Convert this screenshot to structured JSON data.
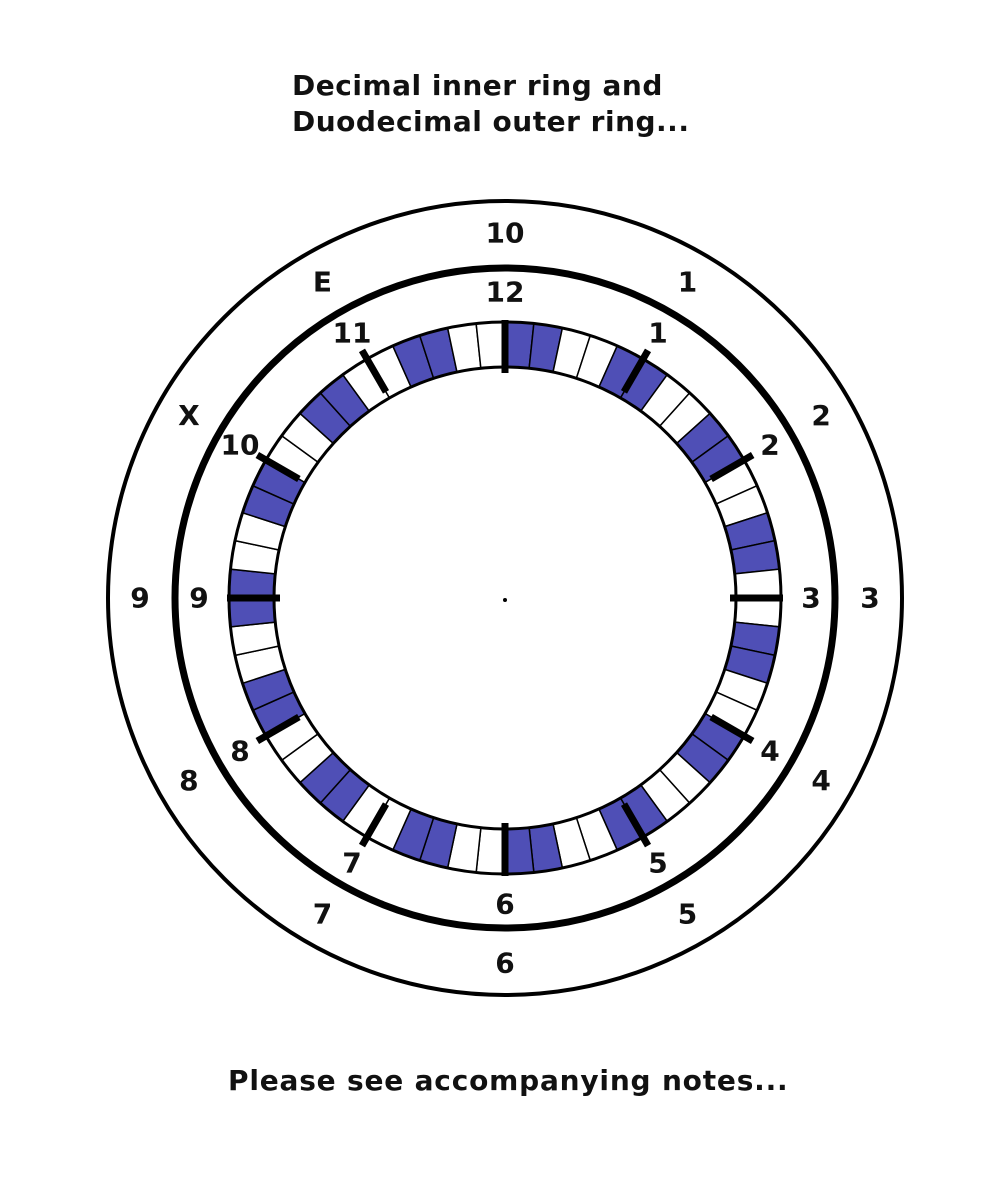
{
  "title": {
    "line1": "Decimal inner ring and",
    "line2": "Duodecimal outer ring..."
  },
  "footer": "Please see accompanying notes...",
  "colors": {
    "filled_segment": "#4f4fb6",
    "ring_stroke": "#000000"
  },
  "inner_ring_labels": [
    "12",
    "1",
    "2",
    "3",
    "4",
    "5",
    "6",
    "7",
    "8",
    "9",
    "10",
    "11"
  ],
  "outer_ring_labels": [
    "10",
    "1",
    "2",
    "3",
    "4",
    "5",
    "6",
    "7",
    "8",
    "9",
    "X",
    "E"
  ],
  "segment_fill_pattern": [
    1,
    1,
    0,
    0,
    1,
    1,
    0,
    0,
    1,
    1,
    0,
    0,
    1,
    1,
    0,
    0,
    1,
    1,
    0,
    0,
    1,
    1,
    0,
    0,
    1,
    1,
    0,
    0,
    1,
    1,
    0,
    0,
    1,
    1,
    0,
    0,
    1,
    1,
    0,
    0,
    1,
    1,
    0,
    0,
    1,
    1,
    0,
    0,
    1,
    1,
    0,
    0,
    1,
    1,
    0,
    0,
    1,
    1,
    0,
    0
  ]
}
